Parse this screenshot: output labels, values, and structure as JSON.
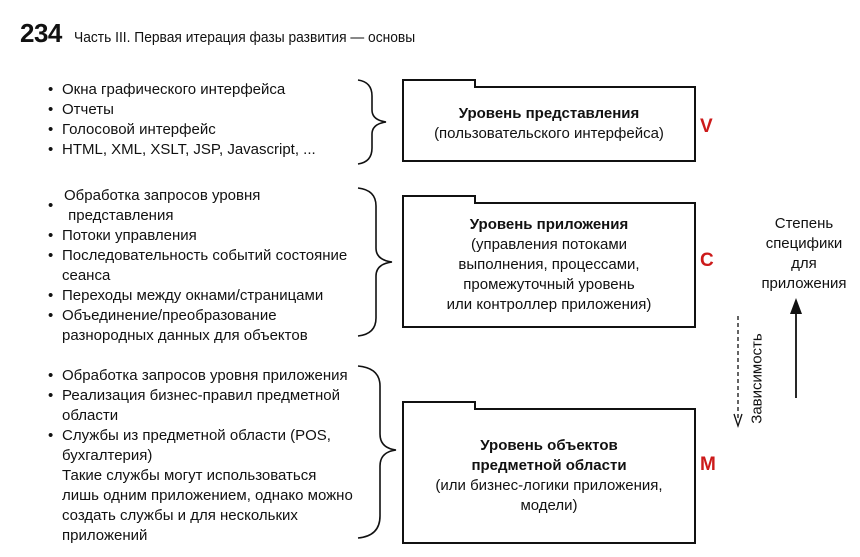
{
  "header": {
    "page_number": "234",
    "chapter_title": "Часть III. Первая итерация фазы развития — основы"
  },
  "layers": [
    {
      "id": "view",
      "title": "Уровень представления",
      "subtitle_lines": [
        "(пользовательского интерфейса)"
      ],
      "letter": "V",
      "bullets": [
        {
          "bullet": true,
          "text": "Окна графического интерфейса"
        },
        {
          "bullet": true,
          "text": "Отчеты"
        },
        {
          "bullet": true,
          "text": "Голосовой интерфейс"
        },
        {
          "bullet": true,
          "text": "HTML, XML, XSLT, JSP, Javascript, ..."
        }
      ]
    },
    {
      "id": "controller",
      "title": "Уровень приложения",
      "subtitle_lines": [
        "(управления потоками",
        "выполнения, процессами,",
        "промежуточный уровень",
        "или контроллер приложения)"
      ],
      "letter": "C",
      "bullets": [
        {
          "bullet": true,
          "lines": [
            "Обработка запросов уровня",
            "представления"
          ]
        },
        {
          "bullet": true,
          "lines": [
            "Потоки управления"
          ]
        },
        {
          "bullet": true,
          "lines": [
            "Последовательность событий состояние",
            "сеанса"
          ]
        },
        {
          "bullet": true,
          "lines": [
            "Переходы между окнами/страницами"
          ]
        },
        {
          "bullet": true,
          "lines": [
            "Объединение/преобразование",
            "разнородных данных для объектов"
          ]
        }
      ]
    },
    {
      "id": "model",
      "title_lines": [
        "Уровень объектов",
        "предметной области"
      ],
      "subtitle_lines": [
        "(или бизнес-логики приложения,",
        "модели)"
      ],
      "letter": "M",
      "bullets": [
        {
          "bullet": true,
          "lines": [
            "Обработка запросов уровня приложения"
          ]
        },
        {
          "bullet": true,
          "lines": [
            "Реализация бизнес-правил предметной",
            "области"
          ]
        },
        {
          "bullet": true,
          "lines": [
            "Службы из предметной области (POS,",
            "бухгалтерия)"
          ]
        },
        {
          "bullet": false,
          "lines": [
            "Такие службы могут использоваться",
            "лишь одним приложением, однако можно",
            "создать службы и для нескольких",
            "приложений"
          ]
        }
      ]
    }
  ],
  "side_labels": {
    "specificity_lines": [
      "Степень",
      "специфики",
      "для",
      "приложения"
    ],
    "dependency": "Зависимость"
  },
  "colors": {
    "letter": "#cc1a1a",
    "ink": "#111111"
  }
}
